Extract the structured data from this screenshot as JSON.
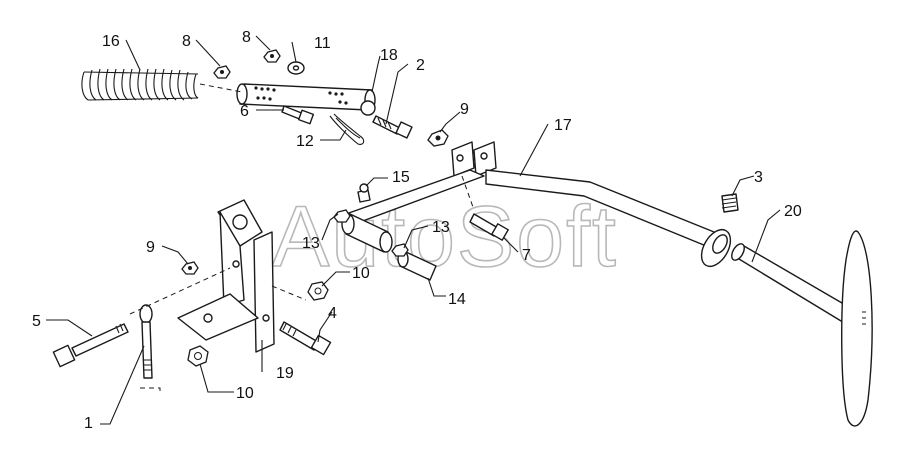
{
  "watermark": "AutoSoft",
  "callouts": {
    "c1": "1",
    "c2": "2",
    "c3": "3",
    "c4": "4",
    "c5": "5",
    "c6": "6",
    "c7": "7",
    "c8a": "8",
    "c8b": "8",
    "c9a": "9",
    "c9b": "9",
    "c10a": "10",
    "c10b": "10",
    "c11": "11",
    "c12": "12",
    "c13a": "13",
    "c13b": "13",
    "c14": "14",
    "c15": "15",
    "c16": "16",
    "c17": "17",
    "c18": "18",
    "c19": "19",
    "c20": "20"
  }
}
